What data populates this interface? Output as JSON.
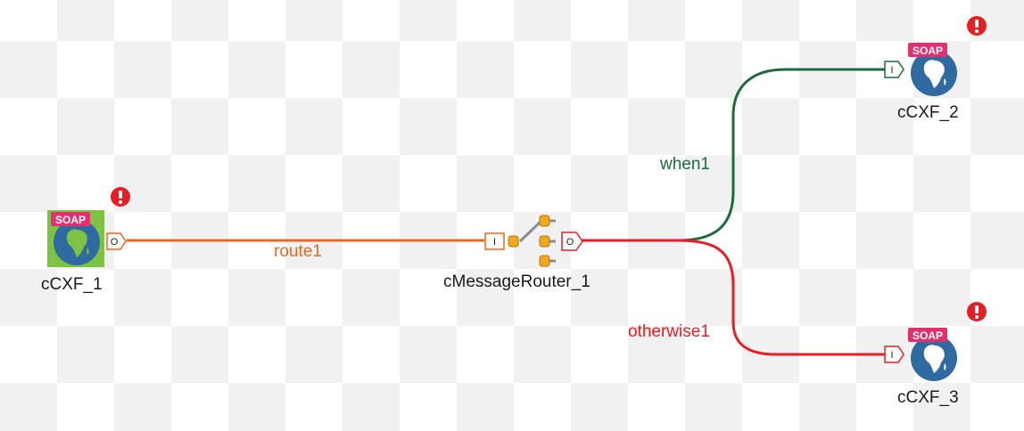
{
  "colors": {
    "route": "#e8691f",
    "when": "#1f6a3a",
    "otherwise": "#e41f26",
    "error": "#e41f26",
    "soap_badge": "#e0306e",
    "globe": "#2f6aa0",
    "land": "#7dc242"
  },
  "icons": {
    "component": "soap-globe-icon",
    "router": "message-router-icon",
    "error": "error-exclamation-icon"
  },
  "badge_text": "SOAP",
  "nodes": {
    "cxf1": {
      "label": "cCXF_1",
      "port": "O"
    },
    "router": {
      "label": "cMessageRouter_1",
      "in_port": "I",
      "out_port": "O"
    },
    "cxf2": {
      "label": "cCXF_2",
      "port": "I"
    },
    "cxf3": {
      "label": "cCXF_3",
      "port": "I"
    }
  },
  "connections": {
    "route": "route1",
    "when": "when1",
    "otherwise": "otherwise1"
  }
}
